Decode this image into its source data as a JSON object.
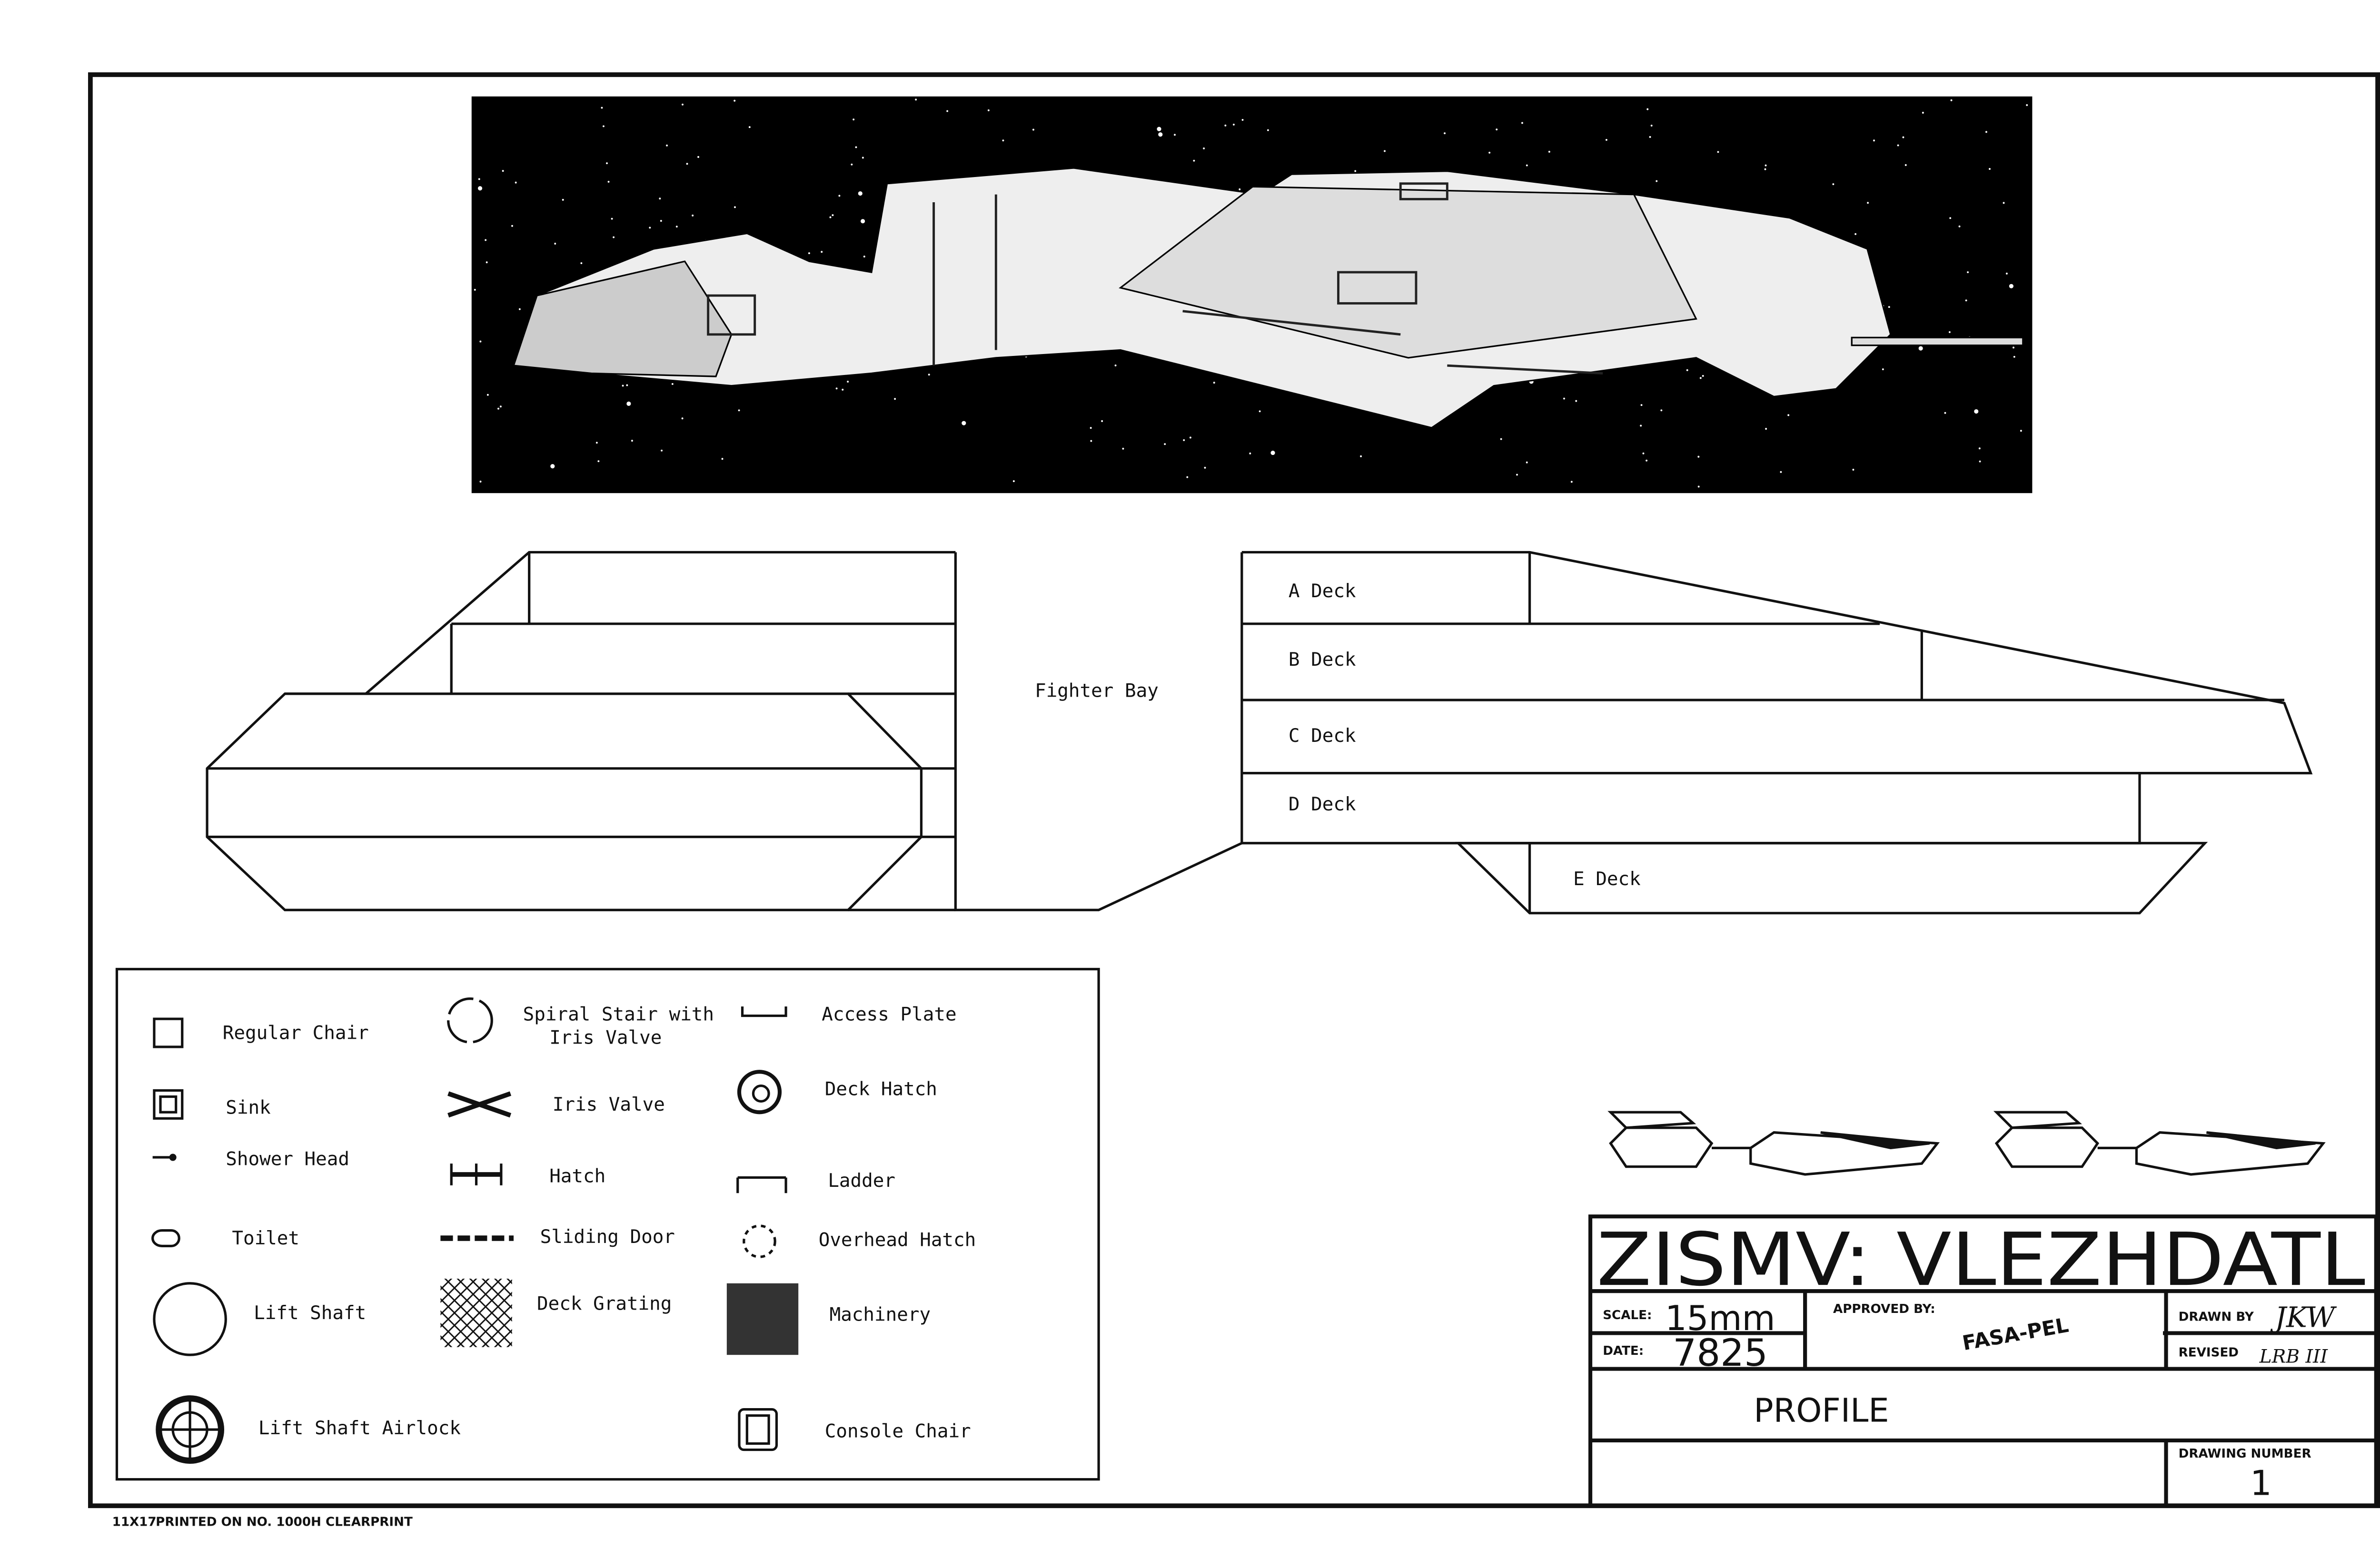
{
  "decks": {
    "fighter_bay": "Fighter Bay",
    "a": "A Deck",
    "b": "B Deck",
    "c": "C Deck",
    "d": "D Deck",
    "e": "E Deck"
  },
  "legend": [
    {
      "icon": "regular-chair-icon",
      "label": "Regular Chair"
    },
    {
      "icon": "sink-icon",
      "label": "Sink"
    },
    {
      "icon": "shower-head-icon",
      "label": "Shower Head"
    },
    {
      "icon": "toilet-icon",
      "label": "Toilet"
    },
    {
      "icon": "lift-shaft-icon",
      "label": "Lift Shaft"
    },
    {
      "icon": "lift-shaft-airlock-icon",
      "label": "Lift Shaft Airlock"
    },
    {
      "icon": "spiral-stair-icon",
      "label": "Spiral Stair with",
      "label2": "Iris Valve"
    },
    {
      "icon": "iris-valve-icon",
      "label": "Iris Valve"
    },
    {
      "icon": "hatch-icon",
      "label": "Hatch"
    },
    {
      "icon": "sliding-door-icon",
      "label": "Sliding Door"
    },
    {
      "icon": "deck-grating-icon",
      "label": "Deck Grating"
    },
    {
      "icon": "access-plate-icon",
      "label": "Access Plate"
    },
    {
      "icon": "deck-hatch-icon",
      "label": "Deck Hatch"
    },
    {
      "icon": "ladder-icon",
      "label": "Ladder"
    },
    {
      "icon": "overhead-hatch-icon",
      "label": "Overhead Hatch"
    },
    {
      "icon": "machinery-icon",
      "label": "Machinery"
    },
    {
      "icon": "console-chair-icon",
      "label": "Console Chair"
    }
  ],
  "title_block": {
    "title": "ZISMV: VLEZHDATL",
    "scale_label": "SCALE:",
    "scale_value": "15mm",
    "date_label": "DATE:",
    "date_value": "7825",
    "approved_label": "APPROVED BY:",
    "approved_stamp": "FASA-PEL",
    "drawn_label": "DRAWN BY",
    "drawn_value": "JKW",
    "revised_label": "REVISED",
    "revised_value": "LRB III",
    "view": "PROFILE",
    "drawing_number_label": "DRAWING NUMBER",
    "drawing_number": "1"
  },
  "footer": {
    "size": "11X17",
    "paper": "PRINTED ON NO. 1000H CLEARPRINT"
  }
}
